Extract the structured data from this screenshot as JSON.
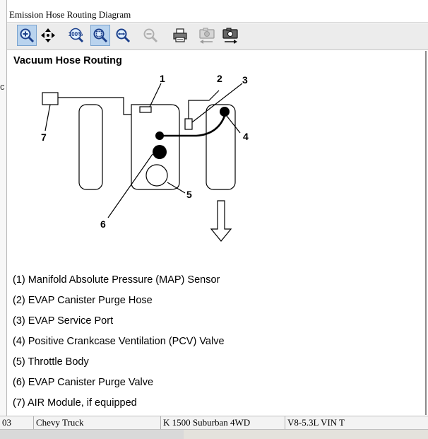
{
  "window": {
    "title": "Emission Hose Routing Diagram"
  },
  "left_panel": {
    "glyph": "c"
  },
  "toolbar": {
    "buttons": [
      {
        "name": "zoom-in-icon",
        "state": "active"
      },
      {
        "name": "pan-icon",
        "state": "normal"
      },
      {
        "name": "zoom-100-icon",
        "state": "normal"
      },
      {
        "name": "zoom-fit-icon",
        "state": "active"
      },
      {
        "name": "zoom-width-icon",
        "state": "normal"
      },
      {
        "name": "zoom-out-icon",
        "state": "disabled"
      },
      {
        "name": "print-icon",
        "state": "normal"
      },
      {
        "name": "camera-back-icon",
        "state": "disabled"
      },
      {
        "name": "camera-forward-icon",
        "state": "normal"
      }
    ]
  },
  "diagram": {
    "heading": "Vacuum Hose Routing",
    "callouts": [
      "1",
      "2",
      "3",
      "4",
      "5",
      "6",
      "7"
    ],
    "legend": [
      "(1) Manifold Absolute Pressure (MAP) Sensor",
      "(2) EVAP Canister Purge Hose",
      "(3) EVAP Service Port",
      "(4) Positive Crankcase Ventilation (PCV) Valve",
      "(5) Throttle Body",
      "(6) EVAP Canister Purge Valve",
      "(7) AIR Module, if equipped"
    ]
  },
  "statusbar": {
    "year": "03",
    "make": "Chevy Truck",
    "model": "K 1500 Suburban 4WD",
    "engine": "V8-5.3L VIN T"
  }
}
